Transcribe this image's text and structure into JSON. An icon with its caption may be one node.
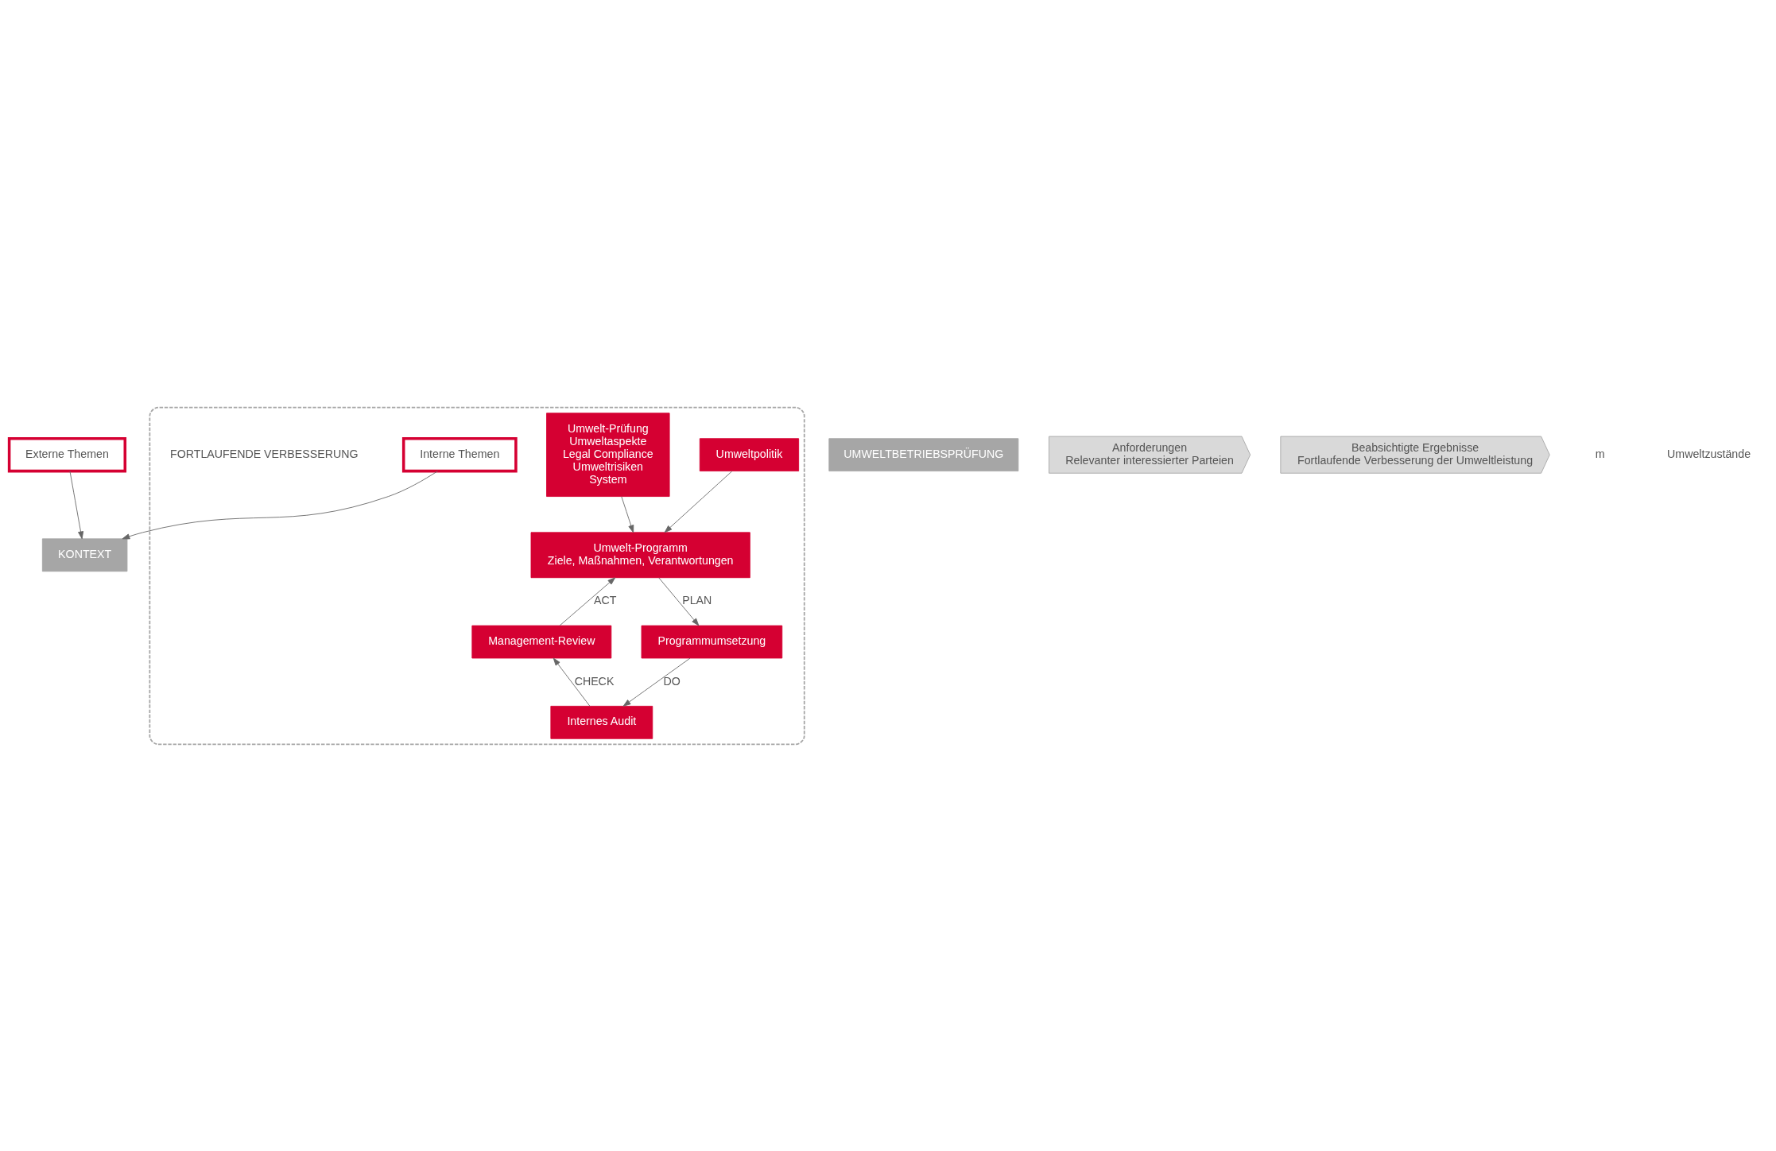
{
  "diagram": {
    "nodes": [
      {
        "text": [
          "Externe Themen"
        ]
      },
      {
        "text": [],
        "shape": "box"
      },
      {
        "text": [
          "Interne Themen"
        ],
        "in": 1
      },
      {
        "text": [
          "KONTEXT"
        ]
      },
      {
        "text": [
          "Umweltpolitik"
        ],
        "in": 1
      },
      {
        "text": [
          "Umwelt-Prüfung",
          "Umweltaspekte",
          "Legal Compliance",
          "Umweltrisiken",
          "System"
        ],
        "in": 1
      },
      {
        "text": [
          "Umwelt-Programm",
          "Ziele, Maßnahmen, Verantwortungen"
        ],
        "in": 1
      },
      {
        "text": [
          "Programmumsetzung"
        ],
        "in": 1
      },
      {
        "text": [
          "Management-Review"
        ],
        "in": 1
      },
      {
        "text": [
          "Internes Audit"
        ],
        "in": 1
      },
      {
        "text": [
          "UMWELTBETRIEBSPRÜFUNG"
        ]
      },
      {
        "text": [
          "Anforderungen",
          "Relevanter interessierter Parteien"
        ]
      },
      {
        "text": [
          "Beabsichtigte Ergebnisse",
          "Fortlaufende Verbesserung der Umweltleistung"
        ]
      }
    ],
    "edges": [
      {
        "from": 0,
        "to": 3,
        "arrow": "to"
      },
      {
        "from": 2,
        "to": 3,
        "arrow": "to"
      },
      {
        "from": 4,
        "to": 6,
        "arrow": "to"
      },
      {
        "from": 5,
        "to": 6,
        "arrow": "to"
      },
      {
        "from": 6,
        "to": 7,
        "arrow": "to",
        "label": "PLAN"
      },
      {
        "from": 7,
        "to": 9,
        "arrow": "to",
        "label": "DO"
      },
      {
        "from": 9,
        "to": 8,
        "arrow": "to",
        "label": "CHECK"
      },
      {
        "from": 8,
        "to": 6,
        "arrow": "to",
        "label": "ACT"
      }
    ],
    "labels": [
      "m",
      "Umweltzustände",
      "FORTLAUFENDE VERBESSERUNG"
    ]
  }
}
